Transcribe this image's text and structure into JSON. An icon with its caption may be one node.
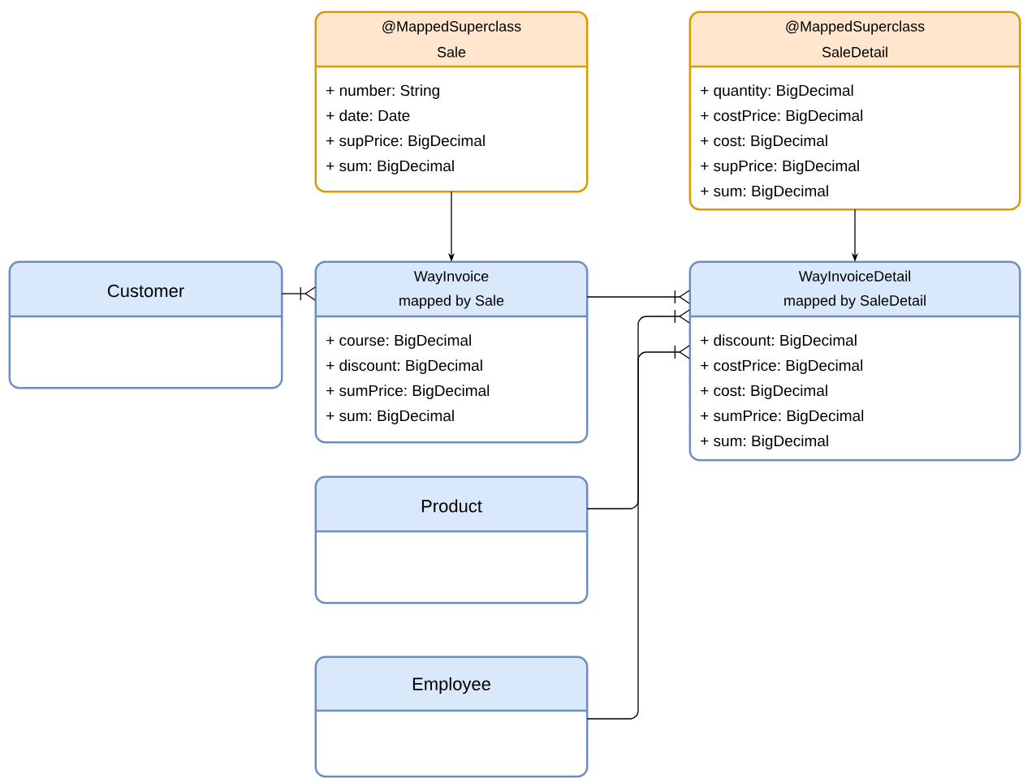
{
  "diagram": {
    "nodes": [
      {
        "text": [
          "@MappedSuperclass",
          "Sale",
          "+ number: String",
          "+ date: Date",
          "+ supPrice: BigDecimal",
          "+ sum: BigDecimal"
        ]
      },
      {
        "text": [
          "@MappedSuperclass",
          "SaleDetail",
          "+ quantity: BigDecimal",
          "+ costPrice: BigDecimal",
          "+ cost: BigDecimal",
          "+ supPrice: BigDecimal",
          "+ sum: BigDecimal"
        ]
      },
      {
        "text": [
          "Customer"
        ]
      },
      {
        "text": [
          "WayInvoice",
          "mapped by Sale",
          "+ course: BigDecimal",
          "+ discount: BigDecimal",
          "+ sumPrice: BigDecimal",
          "+ sum: BigDecimal"
        ]
      },
      {
        "text": [
          "WayInvoiceDetail",
          "mapped by SaleDetail",
          "+ discount: BigDecimal",
          "+ costPrice: BigDecimal",
          "+ cost: BigDecimal",
          "+ sumPrice: BigDecimal",
          "+ sum: BigDecimal"
        ]
      },
      {
        "text": [
          "Product"
        ]
      },
      {
        "text": [
          "Employee"
        ]
      }
    ],
    "edges": [
      {
        "from": 0,
        "to": 3,
        "arrow": "to"
      },
      {
        "from": 1,
        "to": 4,
        "arrow": "to"
      },
      {
        "from": 2,
        "to": 3,
        "arrow": "other"
      },
      {
        "from": 3,
        "to": 4,
        "arrow": "other"
      },
      {
        "from": 5,
        "to": 4,
        "arrow": "other"
      },
      {
        "from": 6,
        "to": 4,
        "arrow": "other"
      }
    ]
  }
}
